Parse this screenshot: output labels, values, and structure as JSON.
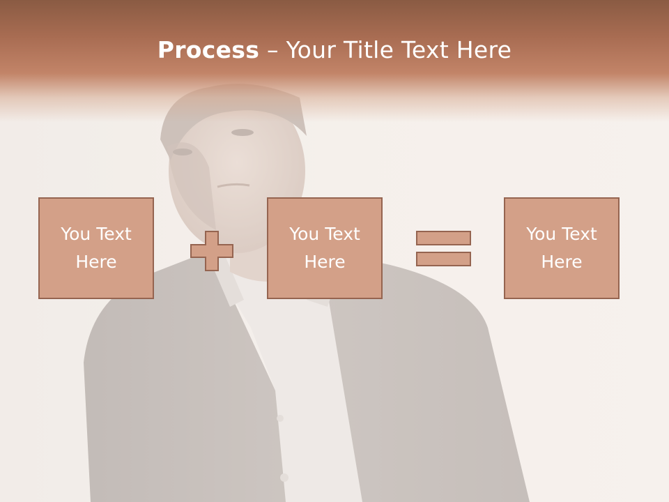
{
  "slide": {
    "title_bold": "Process",
    "title_dash": " – ",
    "title_rest": "Your Title Text Here",
    "boxes": [
      {
        "text": "You Text\nHere"
      },
      {
        "text": "You Text\nHere"
      },
      {
        "text": "You Text\nHere"
      }
    ],
    "operators": [
      "plus-icon",
      "equals-icon"
    ]
  },
  "colors": {
    "title_band": "#b07356",
    "box_fill": "#d3a088",
    "box_border": "#956450",
    "text": "#ffffff"
  }
}
